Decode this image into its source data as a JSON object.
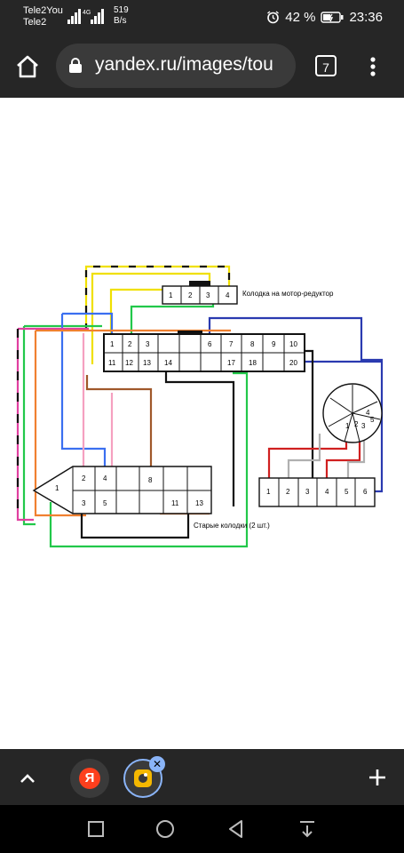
{
  "status_bar": {
    "carrier_1": "Tele2You",
    "carrier_2": "Tele2",
    "network_type": "4G",
    "net_speed_value": "519",
    "net_speed_unit": "B/s",
    "battery": "42 %",
    "time": "23:36"
  },
  "browser": {
    "url": "yandex.ru/images/tou",
    "tab_count": "7"
  },
  "diagram": {
    "connector_motor_label": "Колодка на мотор-редуктор",
    "old_connectors_label": "Старые колодки (2 шт.)",
    "motor_pins": [
      "1",
      "2",
      "3",
      "4"
    ],
    "main_top_pins": [
      "1",
      "2",
      "3",
      "",
      "",
      "6",
      "7",
      "8",
      "9",
      "10"
    ],
    "main_bottom_pins": [
      "11",
      "12",
      "13",
      "14",
      "",
      "",
      "17",
      "18",
      "",
      "20"
    ],
    "old_top_pins": [
      "1",
      "2",
      "4",
      "",
      "8",
      "",
      ""
    ],
    "old_bottom_pins": [
      "3",
      "5",
      "",
      "",
      "11",
      "13"
    ],
    "six_pins": [
      "1",
      "2",
      "3",
      "4",
      "5",
      "6"
    ],
    "circle_pins": [
      "1",
      "2",
      "3",
      "4",
      "5"
    ]
  },
  "bottom_bar": {
    "yandex_app_letter": "Я"
  },
  "colors": {
    "browser_bg": "#262626",
    "pill_bg": "#3a3a3a",
    "yandex_red": "#fc3f1d",
    "accent_blue": "#8ab4f8"
  }
}
